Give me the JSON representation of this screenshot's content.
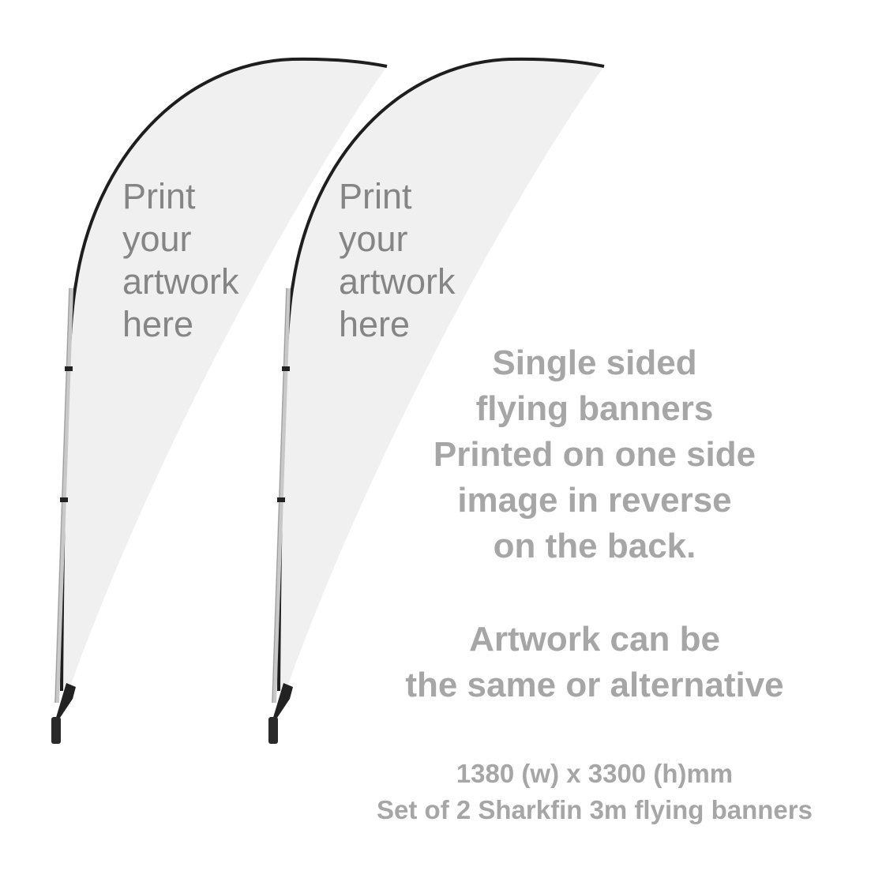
{
  "banners": [
    {
      "text_lines": [
        "Print",
        "your",
        "artwork",
        "here"
      ]
    },
    {
      "text_lines": [
        "Print",
        "your",
        "artwork",
        "here"
      ]
    }
  ],
  "description": {
    "block1": [
      "Single sided",
      "flying banners",
      "Printed on one side",
      "image in reverse",
      "on the back."
    ],
    "block2": [
      "Artwork can be",
      "the same or alternative"
    ],
    "specs": [
      "1380 (w) x 3300 (h)mm",
      "Set of 2 Sharkfin 3m flying banners"
    ]
  },
  "colors": {
    "fabric": "#f0f0f0",
    "edge": "#1e1e1e",
    "flag_text": "#858585",
    "info_text": "#a6a6a6"
  }
}
